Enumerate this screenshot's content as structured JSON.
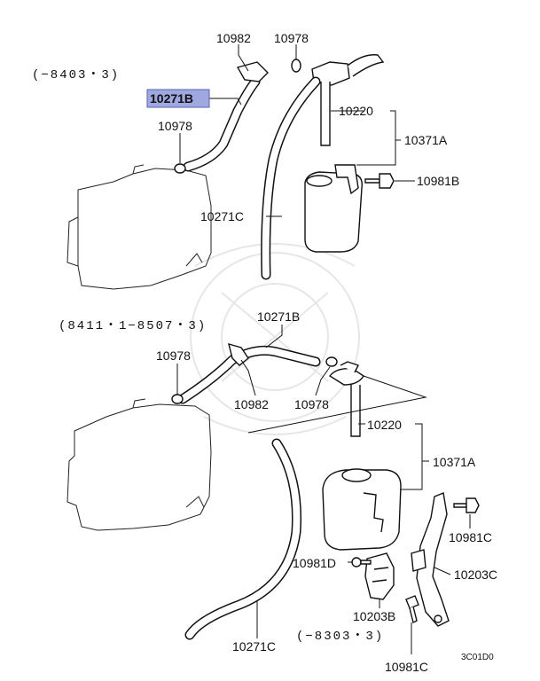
{
  "diagram": {
    "upper": {
      "date_range": "(−8403・3)",
      "labels": {
        "clamp_top": "10982",
        "clip_top": "10978",
        "hose_highlighted": "10271B",
        "clip_left": "10978",
        "filler_neck": "10220",
        "tank_assy": "10371A",
        "bolt": "10981B",
        "hose_long": "10271C"
      }
    },
    "lower": {
      "date_range": "(8411・1−8507・3)",
      "labels": {
        "hose_top": "10271B",
        "clip_left": "10978",
        "clamp": "10982",
        "clip_right": "10978",
        "filler_neck": "10220",
        "tank_assy": "10371A",
        "bolt_right": "10981C",
        "bolt_left": "10981D",
        "bracket_right": "10203C",
        "bracket_left": "10203B",
        "bracket_date": "(−8303・3)",
        "hose_long": "10271C",
        "bolt_bottom": "10981C"
      }
    },
    "highlight_color": "#9fa8e0",
    "figure_code": "3C01D0"
  }
}
